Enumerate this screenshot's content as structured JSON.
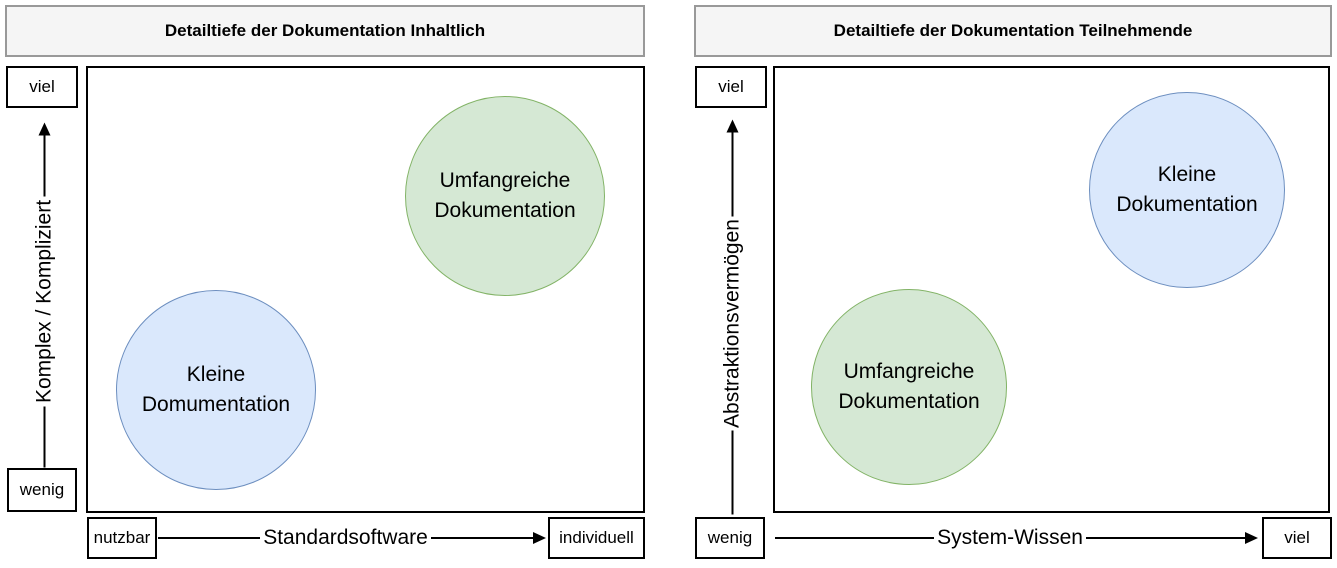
{
  "left_panel": {
    "title": "Detailtiefe der Dokumentation Inhaltlich",
    "y_axis": {
      "top_box": "viel",
      "bottom_box": "wenig",
      "label": "Komplex / Kompliziert"
    },
    "x_axis": {
      "left_box": "nutzbar",
      "right_box": "individuell",
      "label": "Standardsoftware"
    },
    "bubble_top_right": {
      "label": "Umfangreiche\nDokumentation",
      "color_name": "green",
      "position": "top-right"
    },
    "bubble_bottom_left": {
      "label": "Kleine\nDomumentation",
      "color_name": "blue",
      "position": "bottom-left"
    }
  },
  "right_panel": {
    "title": "Detailtiefe der Dokumentation Teilnehmende",
    "y_axis": {
      "top_box": "viel",
      "bottom_box": "wenig",
      "label": "Abstraktionsvermögen"
    },
    "x_axis": {
      "left_box": "wenig",
      "right_box": "viel",
      "label": "System-Wissen"
    },
    "bubble_top_right": {
      "label": "Kleine\nDokumentation",
      "color_name": "blue",
      "position": "top-right"
    },
    "bubble_bottom_left": {
      "label": "Umfangreiche\nDokumentation",
      "color_name": "green",
      "position": "bottom-left"
    }
  },
  "colors": {
    "green_bubble_fill": "#d5e8d4",
    "green_bubble_stroke": "#82b366",
    "blue_bubble_fill": "#dae8fc",
    "blue_bubble_stroke": "#6c8ebf",
    "title_bar_fill": "#f5f5f5",
    "title_bar_border": "#999999",
    "axis_color": "#000000"
  }
}
